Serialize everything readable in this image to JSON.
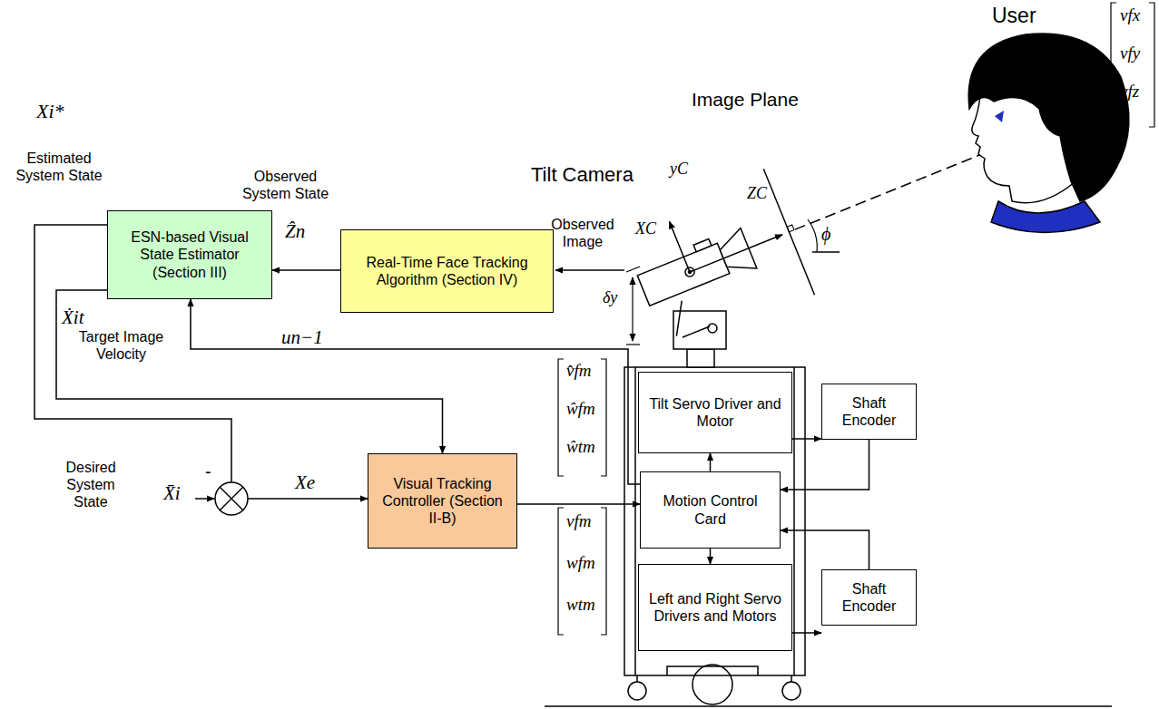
{
  "diagram": {
    "nodes": [
      {
        "text": [
          "ESN-based Visual State Estimator (Section III)"
        ]
      },
      {
        "text": [
          "Real-Time Face Tracking Algorithm (Section IV)"
        ]
      },
      {
        "text": [
          "Visual Tracking Controller (Section II-B)"
        ]
      },
      {
        "text": [
          "Tilt Servo Driver and Motor"
        ]
      },
      {
        "text": [
          "Motion Control Card"
        ]
      },
      {
        "text": [
          "Left and Right Servo Drivers and Motors"
        ]
      },
      {
        "text": [
          "Shaft Encoder"
        ]
      },
      {
        "text": [
          "Shaft Encoder"
        ]
      }
    ],
    "edges": [
      {
        "from": 1,
        "to": 0,
        "arrow": "to"
      },
      {
        "from": 0,
        "to": 2,
        "arrow": "to"
      },
      {
        "from": 0,
        "to": 2,
        "arrow": "to"
      },
      {
        "from": 4,
        "to": 0,
        "arrow": "to"
      },
      {
        "from": 2,
        "to": 4,
        "arrow": "to"
      },
      {
        "from": 4,
        "to": 3,
        "arrow": "to"
      },
      {
        "from": 4,
        "to": 5,
        "arrow": "to"
      },
      {
        "from": 3,
        "to": 6,
        "arrow": "to"
      },
      {
        "from": 6,
        "to": 4,
        "arrow": "to"
      },
      {
        "from": 5,
        "to": 7,
        "arrow": "to"
      },
      {
        "from": 7,
        "to": 4,
        "arrow": "to"
      }
    ],
    "labels": [
      "Estimated System State",
      "Xi*",
      "Observed System State",
      "Ẑn",
      "Observed Image",
      "Tilt Camera",
      "yC",
      "XC",
      "ZC",
      "ϕ",
      "δy",
      "Image Plane",
      "User",
      "vfx",
      "vfy",
      "vfz",
      "Ẋit",
      "Target Image Velocity",
      "un−1",
      "v̂fm",
      "ŵfm",
      "ŵtm",
      "vfm",
      "wfm",
      "wtm",
      "Desired System State",
      "X̄i",
      "-",
      "Xe"
    ]
  }
}
